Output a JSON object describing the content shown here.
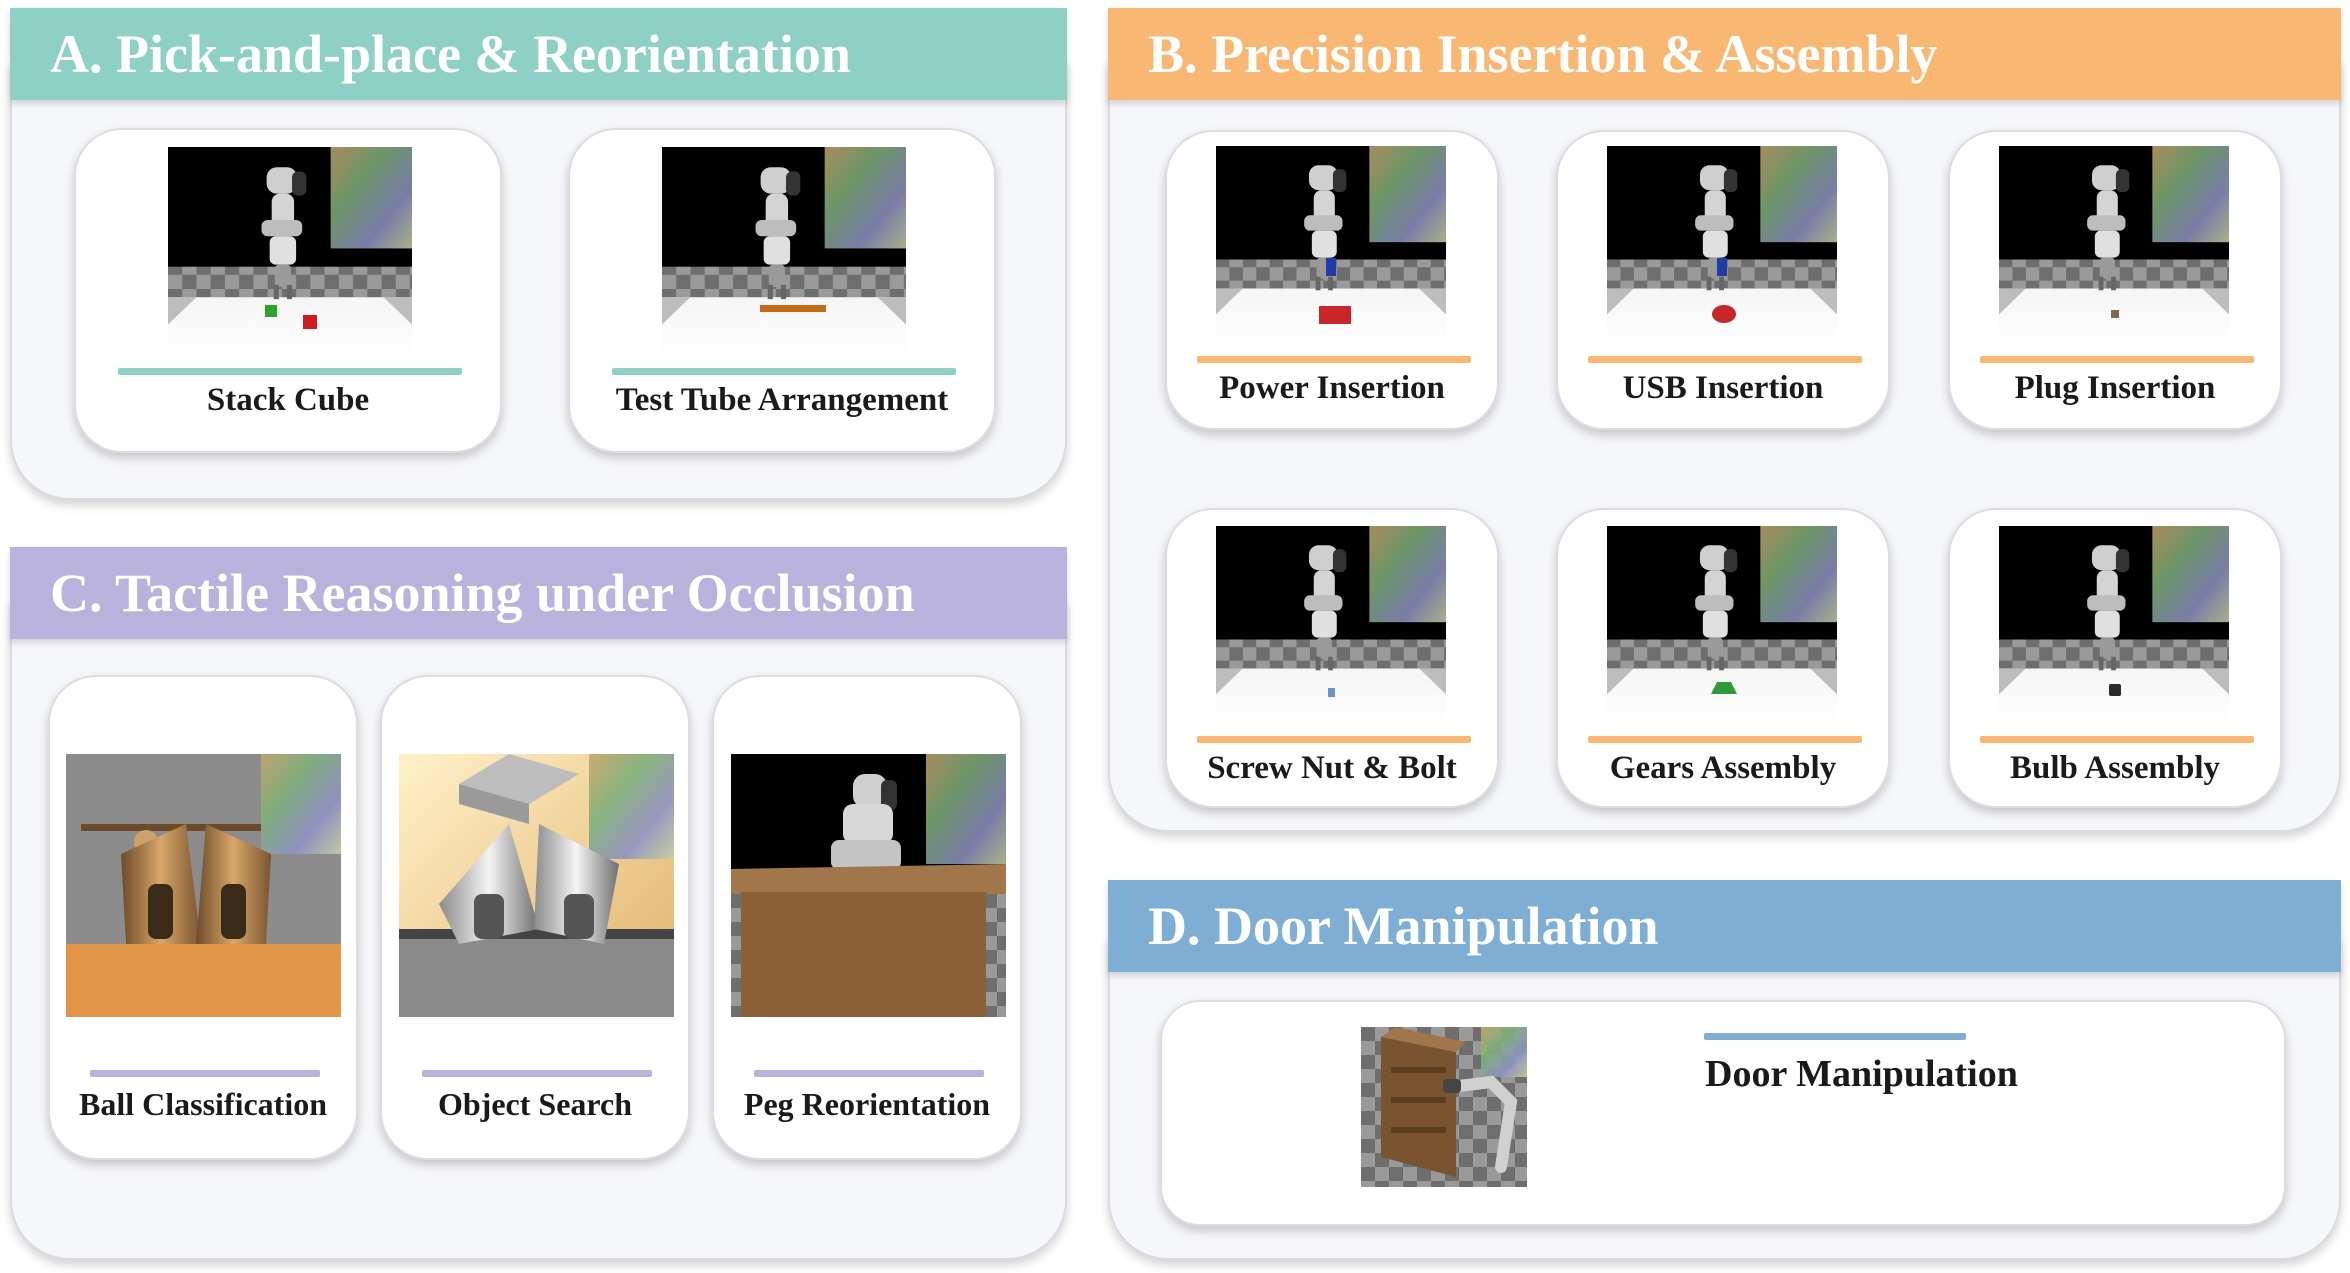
{
  "colors": {
    "teal": "#8fd0c6",
    "orange": "#f8b773",
    "lavender": "#b8b2dc",
    "blue": "#7eaed3"
  },
  "panels": {
    "a": {
      "title": "A. Pick-and-place & Reorientation",
      "tasks": [
        "Stack Cube",
        "Test Tube Arrangement"
      ]
    },
    "b": {
      "title": "B. Precision Insertion & Assembly",
      "tasks": [
        "Power Insertion",
        "USB Insertion",
        "Plug Insertion",
        "Screw Nut & Bolt",
        "Gears Assembly",
        "Bulb Assembly"
      ]
    },
    "c": {
      "title": "C. Tactile Reasoning under Occlusion",
      "tasks": [
        "Ball Classification",
        "Object Search",
        "Peg Reorientation"
      ]
    },
    "d": {
      "title": "D. Door Manipulation",
      "tasks": [
        "Door Manipulation"
      ]
    }
  }
}
